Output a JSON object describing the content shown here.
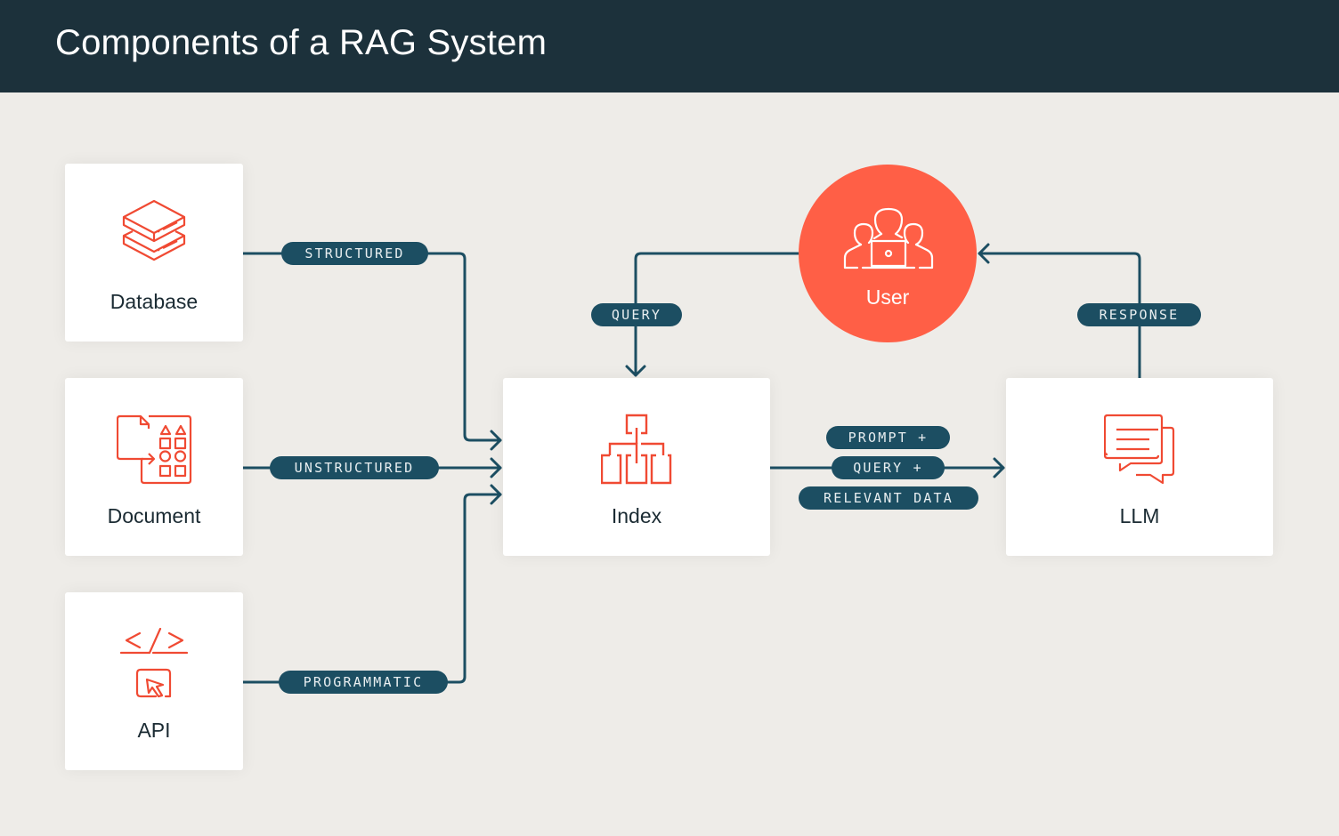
{
  "header": {
    "title": "Components of a RAG System"
  },
  "sources": [
    {
      "id": "database",
      "label": "Database",
      "icon": "database-stack-icon"
    },
    {
      "id": "document",
      "label": "Document",
      "icon": "document-transform-icon"
    },
    {
      "id": "api",
      "label": "API",
      "icon": "code-cursor-icon"
    }
  ],
  "nodes": {
    "index": {
      "label": "Index",
      "icon": "hierarchy-icon"
    },
    "llm": {
      "label": "LLM",
      "icon": "chat-bubbles-icon"
    },
    "user": {
      "label": "User",
      "icon": "users-laptop-icon"
    }
  },
  "edges": {
    "structured": "STRUCTURED",
    "unstructured": "UNSTRUCTURED",
    "programmatic": "PROGRAMMATIC",
    "query": "QUERY",
    "response": "RESPONSE",
    "prompt_lines": [
      "PROMPT +",
      "QUERY +",
      "RELEVANT DATA"
    ]
  },
  "colors": {
    "header_bg": "#1C313B",
    "background": "#EEECE8",
    "accent": "#FF5F46",
    "icon_stroke": "#F04A33",
    "connector": "#1C4E62"
  }
}
